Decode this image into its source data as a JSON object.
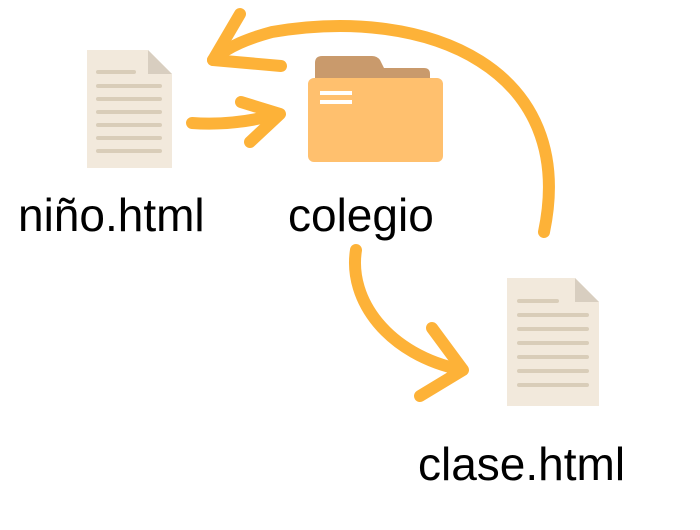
{
  "nodes": {
    "child_file": {
      "label": "niño.html",
      "icon": "document-icon"
    },
    "folder": {
      "label": "colegio",
      "icon": "folder-icon"
    },
    "class_file": {
      "label": "clase.html",
      "icon": "document-icon"
    }
  },
  "colors": {
    "arrow": "#FDB238",
    "paper": "#F2E9DC",
    "paper_fold": "#D8CEC0",
    "paper_lines": "#D9CDB9",
    "folder_front": "#FFC06E",
    "folder_back": "#C99A6C",
    "folder_stripe": "#FFFFFF"
  }
}
